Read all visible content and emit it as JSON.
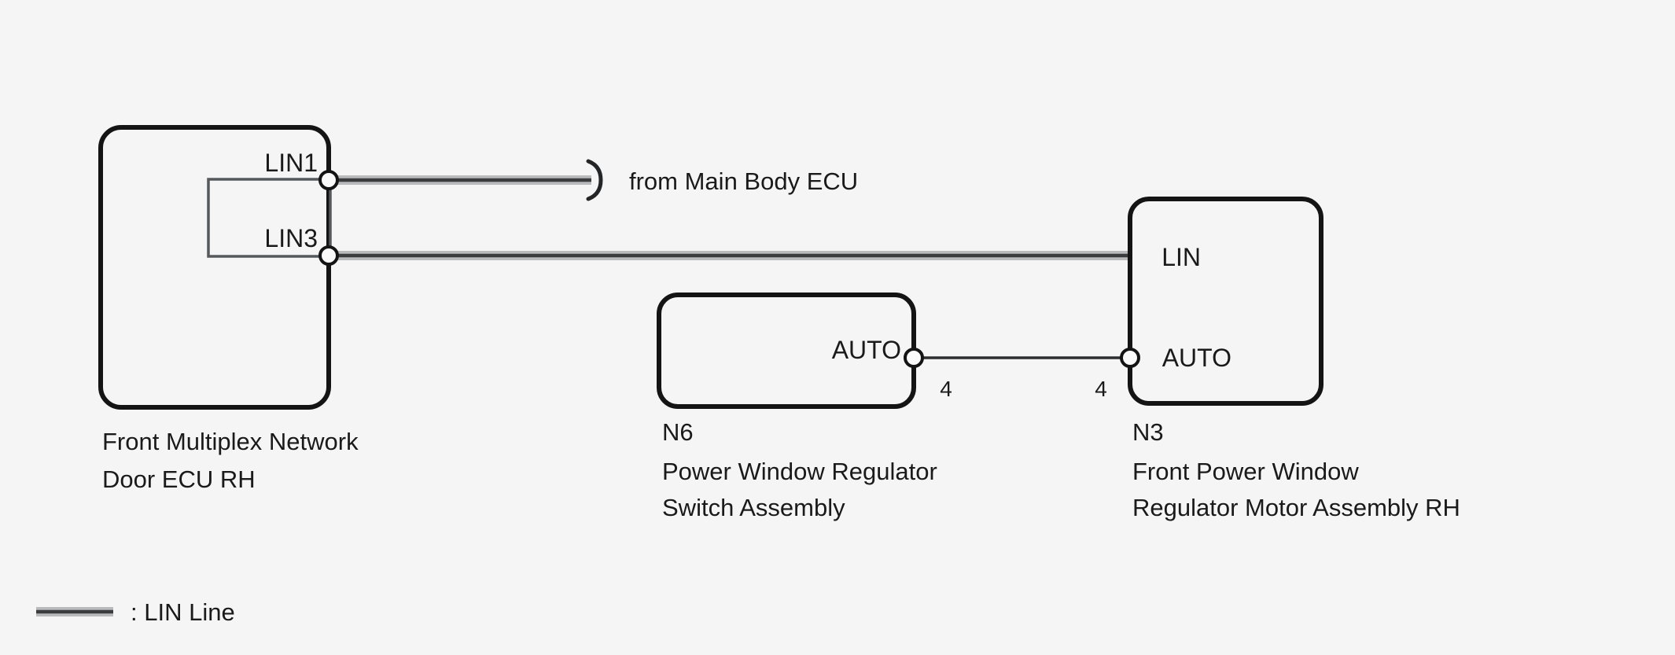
{
  "diagram": {
    "type": "automotive-wiring-diagram",
    "background_color": "#f5f5f5",
    "line_color": "#141414",
    "lin_line_core_color": "#3a3c3e",
    "lin_line_sheath_color": "#b9babb"
  },
  "units": [
    {
      "id": "front-multiplex-network-door-ecu-rh",
      "code": "",
      "caption_line1": "Front Multiplex Network",
      "caption_line2": "Door ECU RH",
      "terminals": [
        "LIN1",
        "LIN3"
      ]
    },
    {
      "id": "power-window-regulator-switch-assembly",
      "code": "N6",
      "caption_line1": "Power Window Regulator",
      "caption_line2": "Switch Assembly",
      "terminals": [
        "AUTO"
      ]
    },
    {
      "id": "front-power-window-regulator-motor-assembly-rh",
      "code": "N3",
      "caption_line1": "Front Power Window",
      "caption_line2": "Regulator Motor Assembly RH",
      "terminals": [
        "LIN",
        "AUTO"
      ]
    }
  ],
  "terminals": {
    "lin1": "LIN1",
    "lin3": "LIN3",
    "n6_auto": "AUTO",
    "n3_lin": "LIN",
    "n3_auto": "AUTO"
  },
  "pin_numbers": {
    "n6_auto_pin": "4",
    "n3_auto_pin": "4"
  },
  "annotations": {
    "from_main_body_ecu": "from Main Body ECU"
  },
  "legend": {
    "symbol_name": "lin-line-symbol",
    "text": ": LIN Line"
  }
}
